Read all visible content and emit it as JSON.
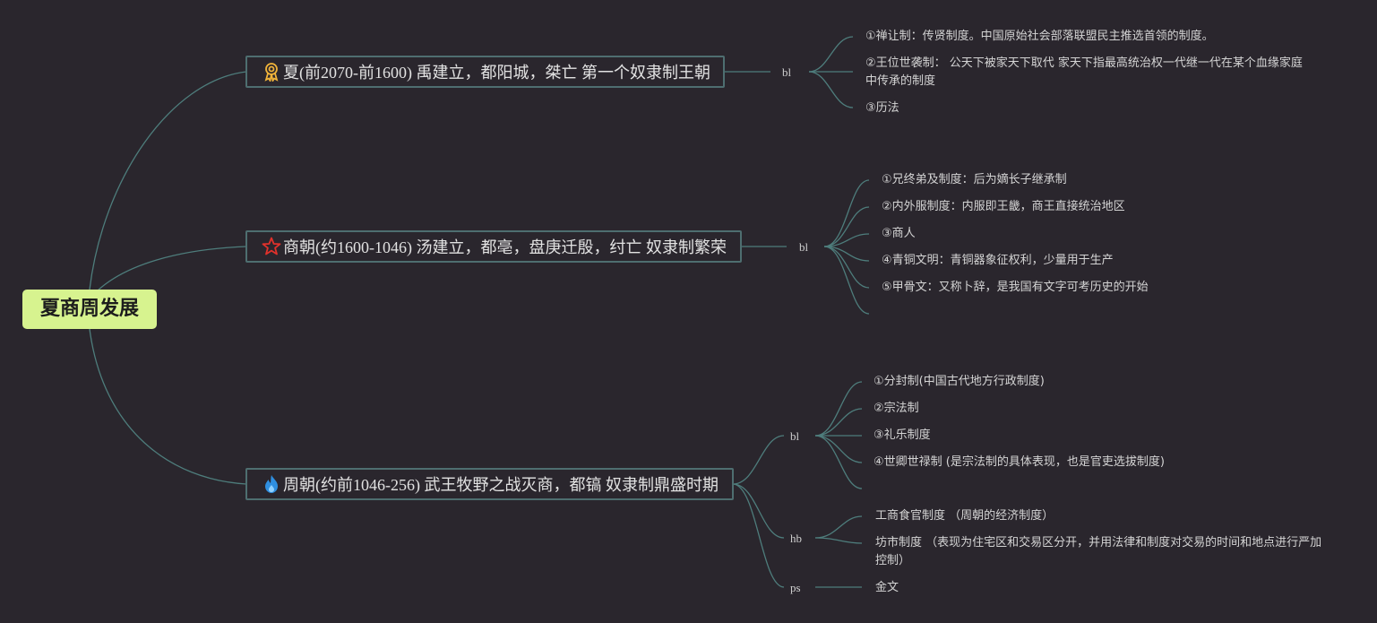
{
  "root": {
    "label": "夏商周发展"
  },
  "branches": [
    {
      "label": "夏(前2070-前1600) 禹建立，都阳城，桀亡 第一个奴隶制王朝",
      "icon": "award-medal-icon",
      "icon_color": "#f0b33a",
      "groups": [
        {
          "tag": "bl",
          "items": [
            "①禅让制：传贤制度。中国原始社会部落联盟民主推选首领的制度。",
            "②王位世袭制： 公天下被家天下取代 家天下指最高统治权一代继一代在某个血缘家庭中传承的制度",
            "③历法"
          ]
        }
      ]
    },
    {
      "label": "商朝(约1600-1046) 汤建立，都亳，盘庚迁殷，纣亡 奴隶制繁荣",
      "icon": "star-icon",
      "icon_color": "#e0312b",
      "groups": [
        {
          "tag": "bl",
          "items": [
            "①兄终弟及制度：后为嫡长子继承制",
            "②内外服制度：内服即王畿，商王直接统治地区",
            "③商人",
            "④青铜文明：青铜器象征权利，少量用于生产",
            "⑤甲骨文：又称卜辞，是我国有文字可考历史的开始"
          ]
        }
      ]
    },
    {
      "label": "周朝(约前1046-256) 武王牧野之战灭商，都镐 奴隶制鼎盛时期",
      "icon": "fire-icon",
      "icon_color": "#2f8fe0",
      "groups": [
        {
          "tag": "bl",
          "items": [
            "①分封制(中国古代地方行政制度)",
            "②宗法制",
            "③礼乐制度",
            "④世卿世禄制 (是宗法制的具体表现，也是官吏选拔制度)"
          ]
        },
        {
          "tag": "hb",
          "items": [
            "工商食官制度 （周朝的经济制度）",
            "坊市制度 （表现为住宅区和交易区分开，并用法律和制度对交易的时间和地点进行严加控制）"
          ]
        },
        {
          "tag": "ps",
          "items": [
            "金文"
          ]
        }
      ]
    }
  ],
  "colors": {
    "background": "#2a262d",
    "root_fill": "#d7f38f",
    "edge": "#4e7d7c",
    "branch_border": "#4e6e70"
  }
}
